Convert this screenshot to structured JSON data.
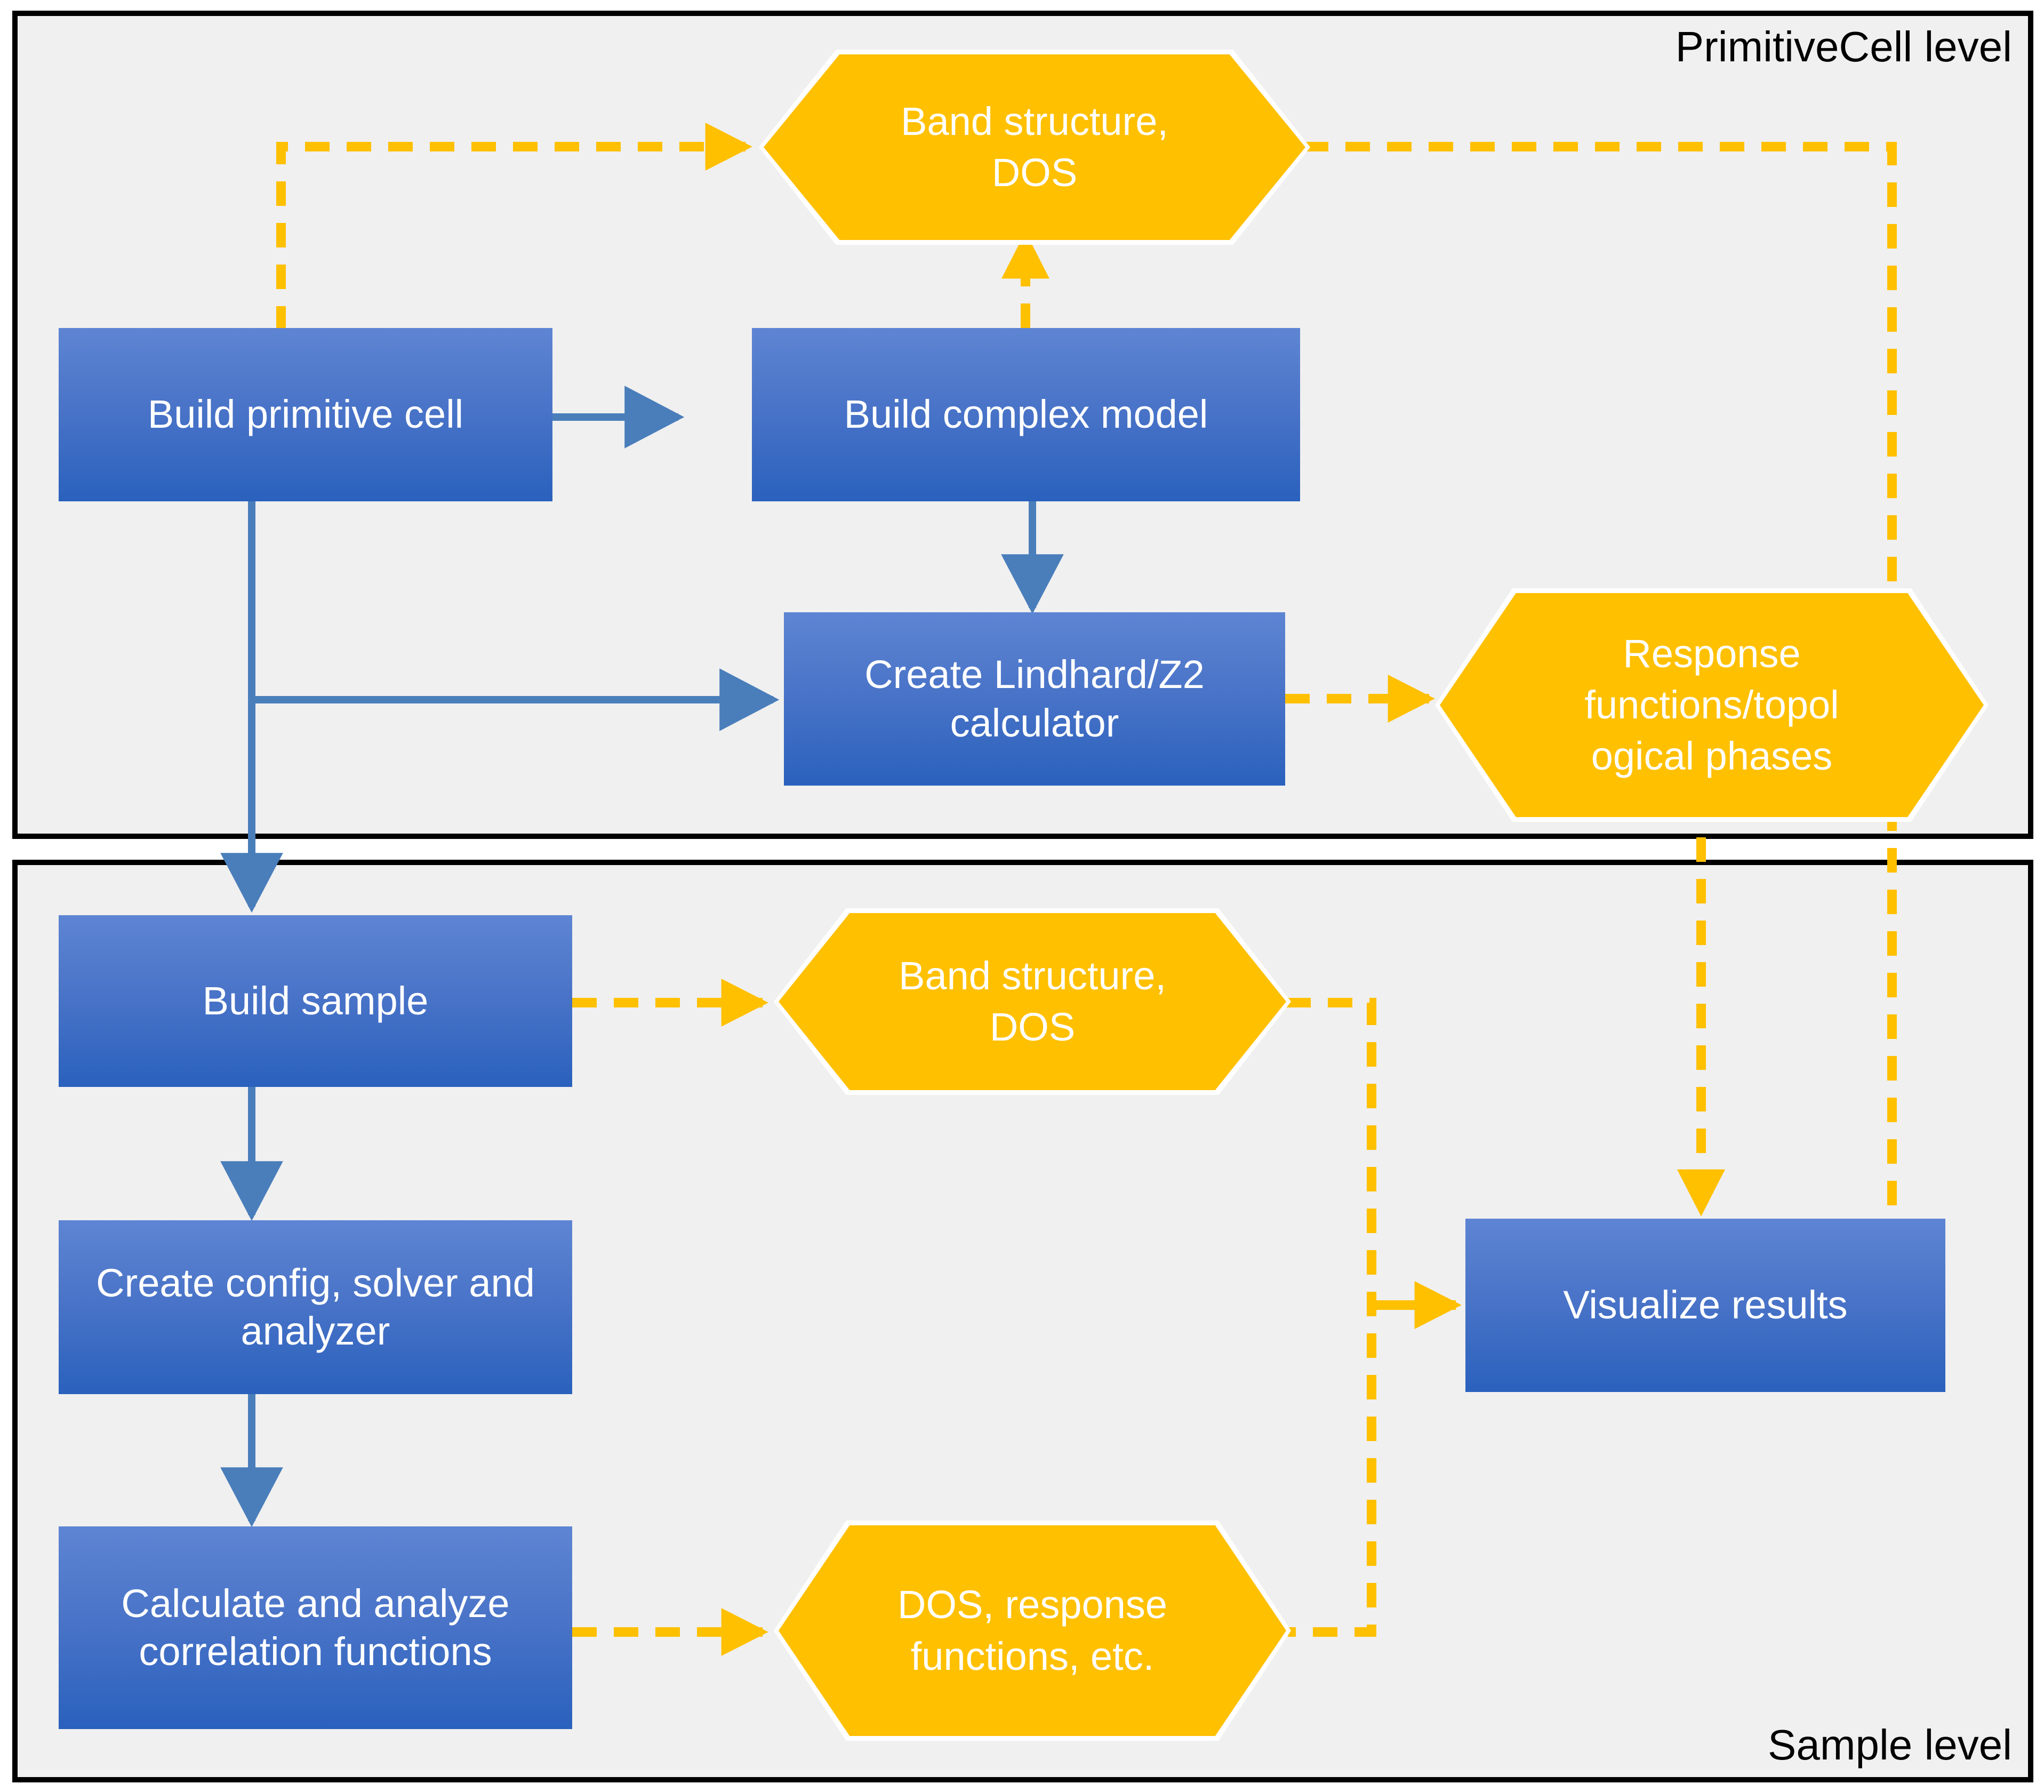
{
  "diagram": {
    "title_implicit": "TBPLaS workflow",
    "colors": {
      "panel_background": "#f0f0f0",
      "panel_border": "#000000",
      "process_blue_light": "#5e85d3",
      "process_blue_dark": "#2a61bd",
      "output_yellow": "#ffc000",
      "arrow_blue": "#4a7ebb",
      "arrow_yellow": "#ffc000",
      "text_on_shape": "#ffffff",
      "label_text": "#000000"
    }
  },
  "panels": [
    {
      "id": "primitive",
      "label": "PrimitiveCell level"
    },
    {
      "id": "sample",
      "label": "Sample level"
    }
  ],
  "nodes": {
    "build_primitive_cell": {
      "label": "Build primitive cell",
      "type": "process"
    },
    "build_complex_model": {
      "label": "Build complex model",
      "type": "process"
    },
    "create_lindhard_z2": {
      "label": "Create Lindhard/Z2 calculator",
      "type": "process"
    },
    "band_structure_dos_pc": {
      "label": "Band structure,\nDOS",
      "type": "output"
    },
    "response_functions": {
      "label": "Response\nfunctions/topol\nogical phases",
      "type": "output"
    },
    "build_sample": {
      "label": "Build sample",
      "type": "process"
    },
    "create_config_solver": {
      "label": "Create config, solver\nand analyzer",
      "type": "process"
    },
    "calculate_correlation": {
      "label": "Calculate and\nanalyze correlation\nfunctions",
      "type": "process"
    },
    "band_structure_dos_sample": {
      "label": "Band structure,\nDOS",
      "type": "output"
    },
    "dos_response_etc": {
      "label": "DOS, response\nfunctions, etc.",
      "type": "output"
    },
    "visualize_results": {
      "label": "Visualize results",
      "type": "process"
    }
  },
  "edges": [
    {
      "from": "build_primitive_cell",
      "to": "build_complex_model",
      "style": "solid",
      "color": "#4a7ebb"
    },
    {
      "from": "build_primitive_cell",
      "to": "band_structure_dos_pc",
      "style": "dashed",
      "color": "#ffc000"
    },
    {
      "from": "build_primitive_cell",
      "to": "create_lindhard_z2",
      "style": "solid",
      "color": "#4a7ebb"
    },
    {
      "from": "build_primitive_cell",
      "to": "build_sample",
      "style": "solid",
      "color": "#4a7ebb"
    },
    {
      "from": "build_complex_model",
      "to": "band_structure_dos_pc",
      "style": "dashed",
      "color": "#ffc000"
    },
    {
      "from": "build_complex_model",
      "to": "create_lindhard_z2",
      "style": "solid",
      "color": "#4a7ebb"
    },
    {
      "from": "create_lindhard_z2",
      "to": "response_functions",
      "style": "dashed",
      "color": "#ffc000"
    },
    {
      "from": "band_structure_dos_pc",
      "to": "visualize_results",
      "style": "dashed",
      "color": "#ffc000"
    },
    {
      "from": "response_functions",
      "to": "visualize_results",
      "style": "dashed",
      "color": "#ffc000"
    },
    {
      "from": "build_sample",
      "to": "band_structure_dos_sample",
      "style": "dashed",
      "color": "#ffc000"
    },
    {
      "from": "build_sample",
      "to": "create_config_solver",
      "style": "solid",
      "color": "#4a7ebb"
    },
    {
      "from": "create_config_solver",
      "to": "calculate_correlation",
      "style": "solid",
      "color": "#4a7ebb"
    },
    {
      "from": "calculate_correlation",
      "to": "dos_response_etc",
      "style": "dashed",
      "color": "#ffc000"
    },
    {
      "from": "band_structure_dos_sample",
      "to": "visualize_results",
      "style": "dashed",
      "color": "#ffc000"
    },
    {
      "from": "dos_response_etc",
      "to": "visualize_results",
      "style": "dashed",
      "color": "#ffc000"
    }
  ]
}
